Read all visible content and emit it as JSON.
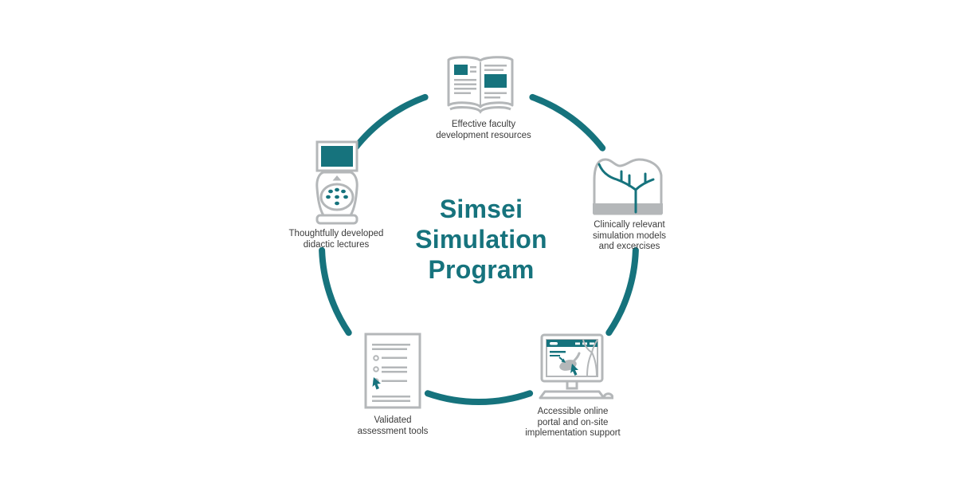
{
  "title": {
    "lines": [
      "Simsei",
      "Simulation",
      "Program"
    ]
  },
  "colors": {
    "teal_accent": "#16737d",
    "icon_gray": "#b4b7b9",
    "label_text": "#3b3b3b",
    "background": "#ffffff"
  },
  "ring": {
    "segment_count": 5,
    "style": "teal arc segments with gaps at each icon"
  },
  "items": [
    {
      "id": "faculty-resources",
      "icon": "open-book-icon",
      "lines": [
        "Effective faculty",
        "development resources"
      ]
    },
    {
      "id": "simulation-models",
      "icon": "anatomy-model-icon",
      "lines": [
        "Clinically relevant",
        "simulation models",
        "and excercises"
      ]
    },
    {
      "id": "online-portal",
      "icon": "computer-portal-icon",
      "lines": [
        "Accessible online",
        "portal and on-site",
        "implementation support"
      ]
    },
    {
      "id": "assessment-tools",
      "icon": "checklist-document-icon",
      "lines": [
        "Validated",
        "assessment tools"
      ]
    },
    {
      "id": "didactic-lectures",
      "icon": "lap-trainer-icon",
      "lines": [
        "Thoughtfully developed",
        "didactic lectures"
      ]
    }
  ]
}
